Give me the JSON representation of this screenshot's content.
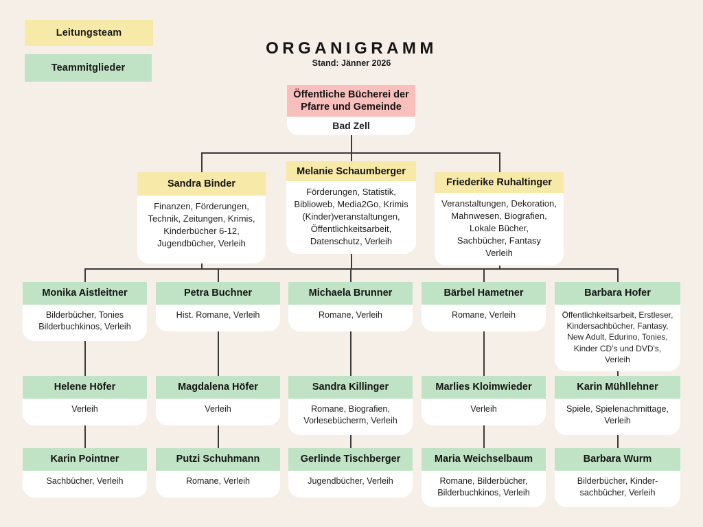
{
  "legend": {
    "leadership_label": "Leitungsteam",
    "team_label": "Teammitglieder",
    "leadership_color": "#f7e9a8",
    "team_color": "#bfe3c4"
  },
  "header": {
    "title": "ORGANIGRAMM",
    "subtitle": "Stand: Jänner 2026"
  },
  "colors": {
    "background": "#f5efe8",
    "root_header": "#f9bfbc",
    "leadership_header": "#f7e9a8",
    "team_header": "#bfe3c4",
    "card_body": "#ffffff",
    "connector": "#3a3a3a"
  },
  "root": {
    "title": "Öffentliche Bücherei der\nPfarre und Gemeinde",
    "detail": "Bad Zell"
  },
  "leadership": [
    {
      "name": "Sandra Binder",
      "detail": "Finanzen, Förderungen,\nTechnik, Zeitungen, Krimis,\nKinderbücher 6-12,\nJugendbücher, Verleih"
    },
    {
      "name": "Melanie Schaumberger",
      "detail": "Förderungen, Statistik,\nBiblioweb, Media2Go, Krimis\n(Kinder)veranstaltungen,\nÖffentlichkeitsarbeit,\nDatenschutz, Verleih"
    },
    {
      "name": "Friederike Ruhaltinger",
      "detail": "Veranstaltungen, Dekoration,\nMahnwesen, Biografien,\nLokale Bücher,\nSachbücher, Fantasy\nVerleih"
    }
  ],
  "team_rows": [
    [
      {
        "name": "Monika Aistleitner",
        "detail": "Bilderbücher, Tonies\nBilderbuchkinos, Verleih"
      },
      {
        "name": "Petra Buchner",
        "detail": "Hist. Romane, Verleih"
      },
      {
        "name": "Michaela Brunner",
        "detail": "Romane, Verleih"
      },
      {
        "name": "Bärbel Hametner",
        "detail": "Romane, Verleih"
      },
      {
        "name": "Barbara Hofer",
        "detail": "Öffentlichkeitsarbeit, Erstleser,\nKindersachbücher, Fantasy,\nNew Adult, Edurino, Tonies,\nKinder CD's und DVD's,\nVerleih"
      }
    ],
    [
      {
        "name": "Helene Höfer",
        "detail": "Verleih"
      },
      {
        "name": "Magdalena Höfer",
        "detail": "Verleih"
      },
      {
        "name": "Sandra Killinger",
        "detail": "Romane, Biografien,\nVorlesebücherm, Verleih"
      },
      {
        "name": "Marlies Kloimwieder",
        "detail": "Verleih"
      },
      {
        "name": "Karin Mühllehner",
        "detail": "Spiele, Spielenachmittage,\nVerleih"
      }
    ],
    [
      {
        "name": "Karin Pointner",
        "detail": "Sachbücher, Verleih"
      },
      {
        "name": "Putzi Schuhmann",
        "detail": "Romane, Verleih"
      },
      {
        "name": "Gerlinde Tischberger",
        "detail": "Jugendbücher, Verleih"
      },
      {
        "name": "Maria Weichselbaum",
        "detail": "Romane, Bilderbücher,\nBilderbuchkinos, Verleih"
      },
      {
        "name": "Barbara Wurm",
        "detail": "Bilderbücher, Kinder-\nsachbücher,  Verleih"
      }
    ]
  ]
}
